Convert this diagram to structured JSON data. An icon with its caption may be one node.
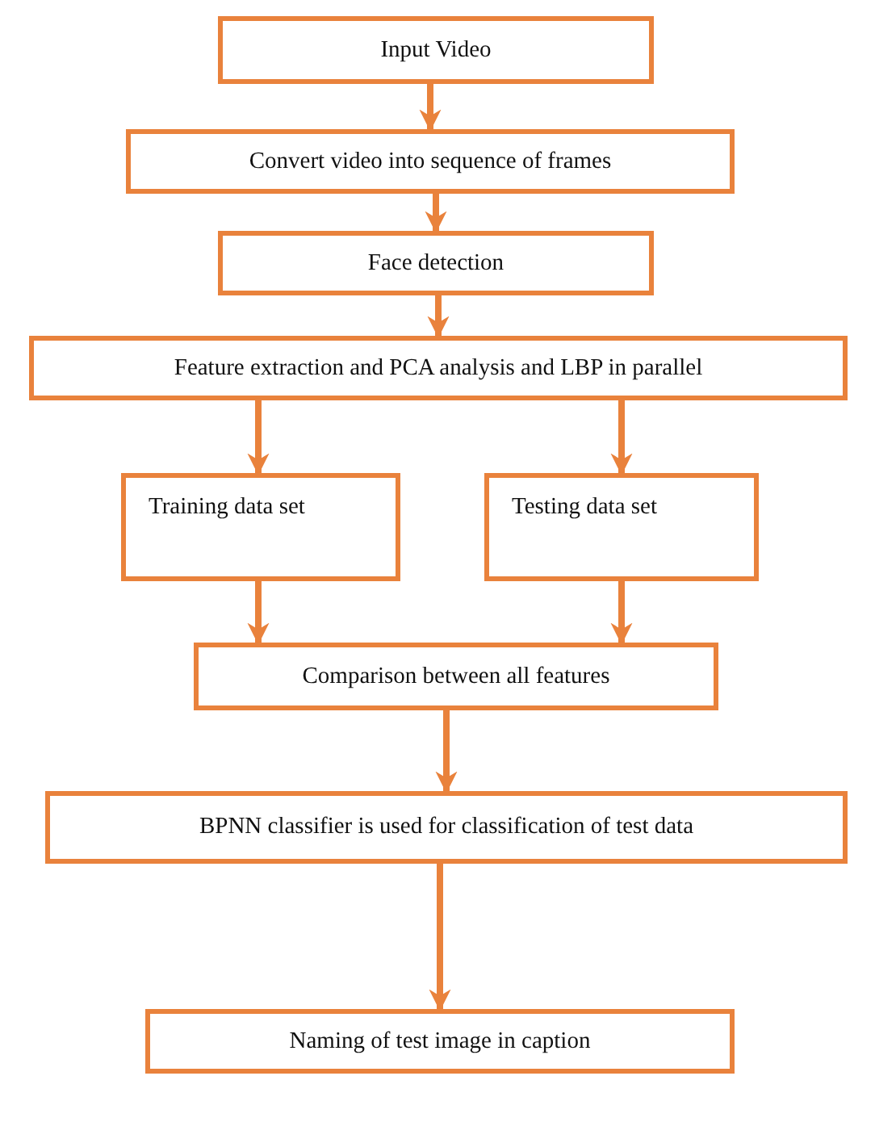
{
  "diagram": {
    "nodes": [
      {
        "text": [
          "Input Video"
        ]
      },
      {
        "text": [
          "Convert video into sequence of frames"
        ]
      },
      {
        "text": [
          "Face detection"
        ]
      },
      {
        "text": [
          "Feature extraction and PCA analysis and LBP in  parallel"
        ]
      },
      {
        "text": [
          "Training data set"
        ]
      },
      {
        "text": [
          "Testing data set"
        ]
      },
      {
        "text": [
          "Comparison between all features"
        ]
      },
      {
        "text": [
          "BPNN classifier is used for classification of test data"
        ]
      },
      {
        "text": [
          "Naming of test image in caption"
        ]
      }
    ],
    "edges": [
      {
        "from": 0,
        "to": 1,
        "arrow": "to"
      },
      {
        "from": 1,
        "to": 2,
        "arrow": "to"
      },
      {
        "from": 2,
        "to": 3,
        "arrow": "to"
      },
      {
        "from": 3,
        "to": 4,
        "arrow": "to"
      },
      {
        "from": 3,
        "to": 5,
        "arrow": "to"
      },
      {
        "from": 4,
        "to": 6,
        "arrow": "to"
      },
      {
        "from": 5,
        "to": 6,
        "arrow": "to"
      },
      {
        "from": 6,
        "to": 7,
        "arrow": "to"
      },
      {
        "from": 7,
        "to": 8,
        "arrow": "to"
      }
    ]
  }
}
